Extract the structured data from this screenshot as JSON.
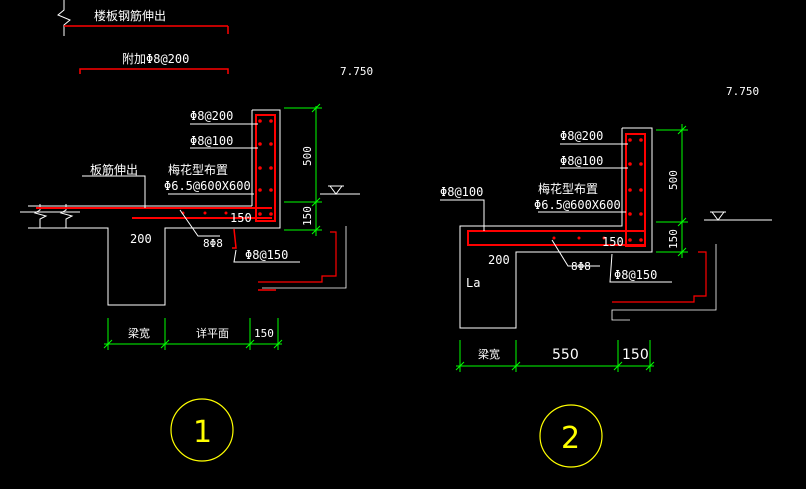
{
  "colors": {
    "background": "#000000",
    "outline": "#ffffff",
    "rebar": "#ff0000",
    "dimension": "#00ff00",
    "text": "#ffffff",
    "marker": "#ffff00",
    "leader": "#ff2020"
  },
  "top_notes": {
    "slab_extension": "楼板钢筋伸出",
    "additional_bar": "附加Φ8@200"
  },
  "detail_1": {
    "elevation": "7.750",
    "stirrup_top": "Φ8@200",
    "stirrup_side": "Φ8@100",
    "slab_bar_note": "板筋伸出",
    "plum_layout": "梅花型布置",
    "tie_bar": "Φ6.5@600X600",
    "dim_200": "200",
    "dim_150_inner": "150",
    "bar_8": "8Φ8",
    "bottom_bar": "Φ8@150",
    "dim_500": "500",
    "dim_150_v": "150",
    "dim_beam_width": "梁宽",
    "dim_middle": "详平面",
    "dim_150_h": "150",
    "label": "1"
  },
  "detail_2": {
    "elevation": "7.750",
    "stirrup_top": "Φ8@200",
    "stirrup_side": "Φ8@100",
    "slab_stirrup": "Φ8@100",
    "plum_layout": "梅花型布置",
    "tie_bar": "Φ6.5@600X600",
    "dim_200": "200",
    "dim_150_inner": "150",
    "bar_8": "8Φ8",
    "bottom_bar": "Φ8@150",
    "la": "La",
    "dim_500": "500",
    "dim_150_v": "150",
    "dim_beam_width": "梁宽",
    "dim_middle": "550",
    "dim_150_h": "150",
    "label": "2"
  }
}
